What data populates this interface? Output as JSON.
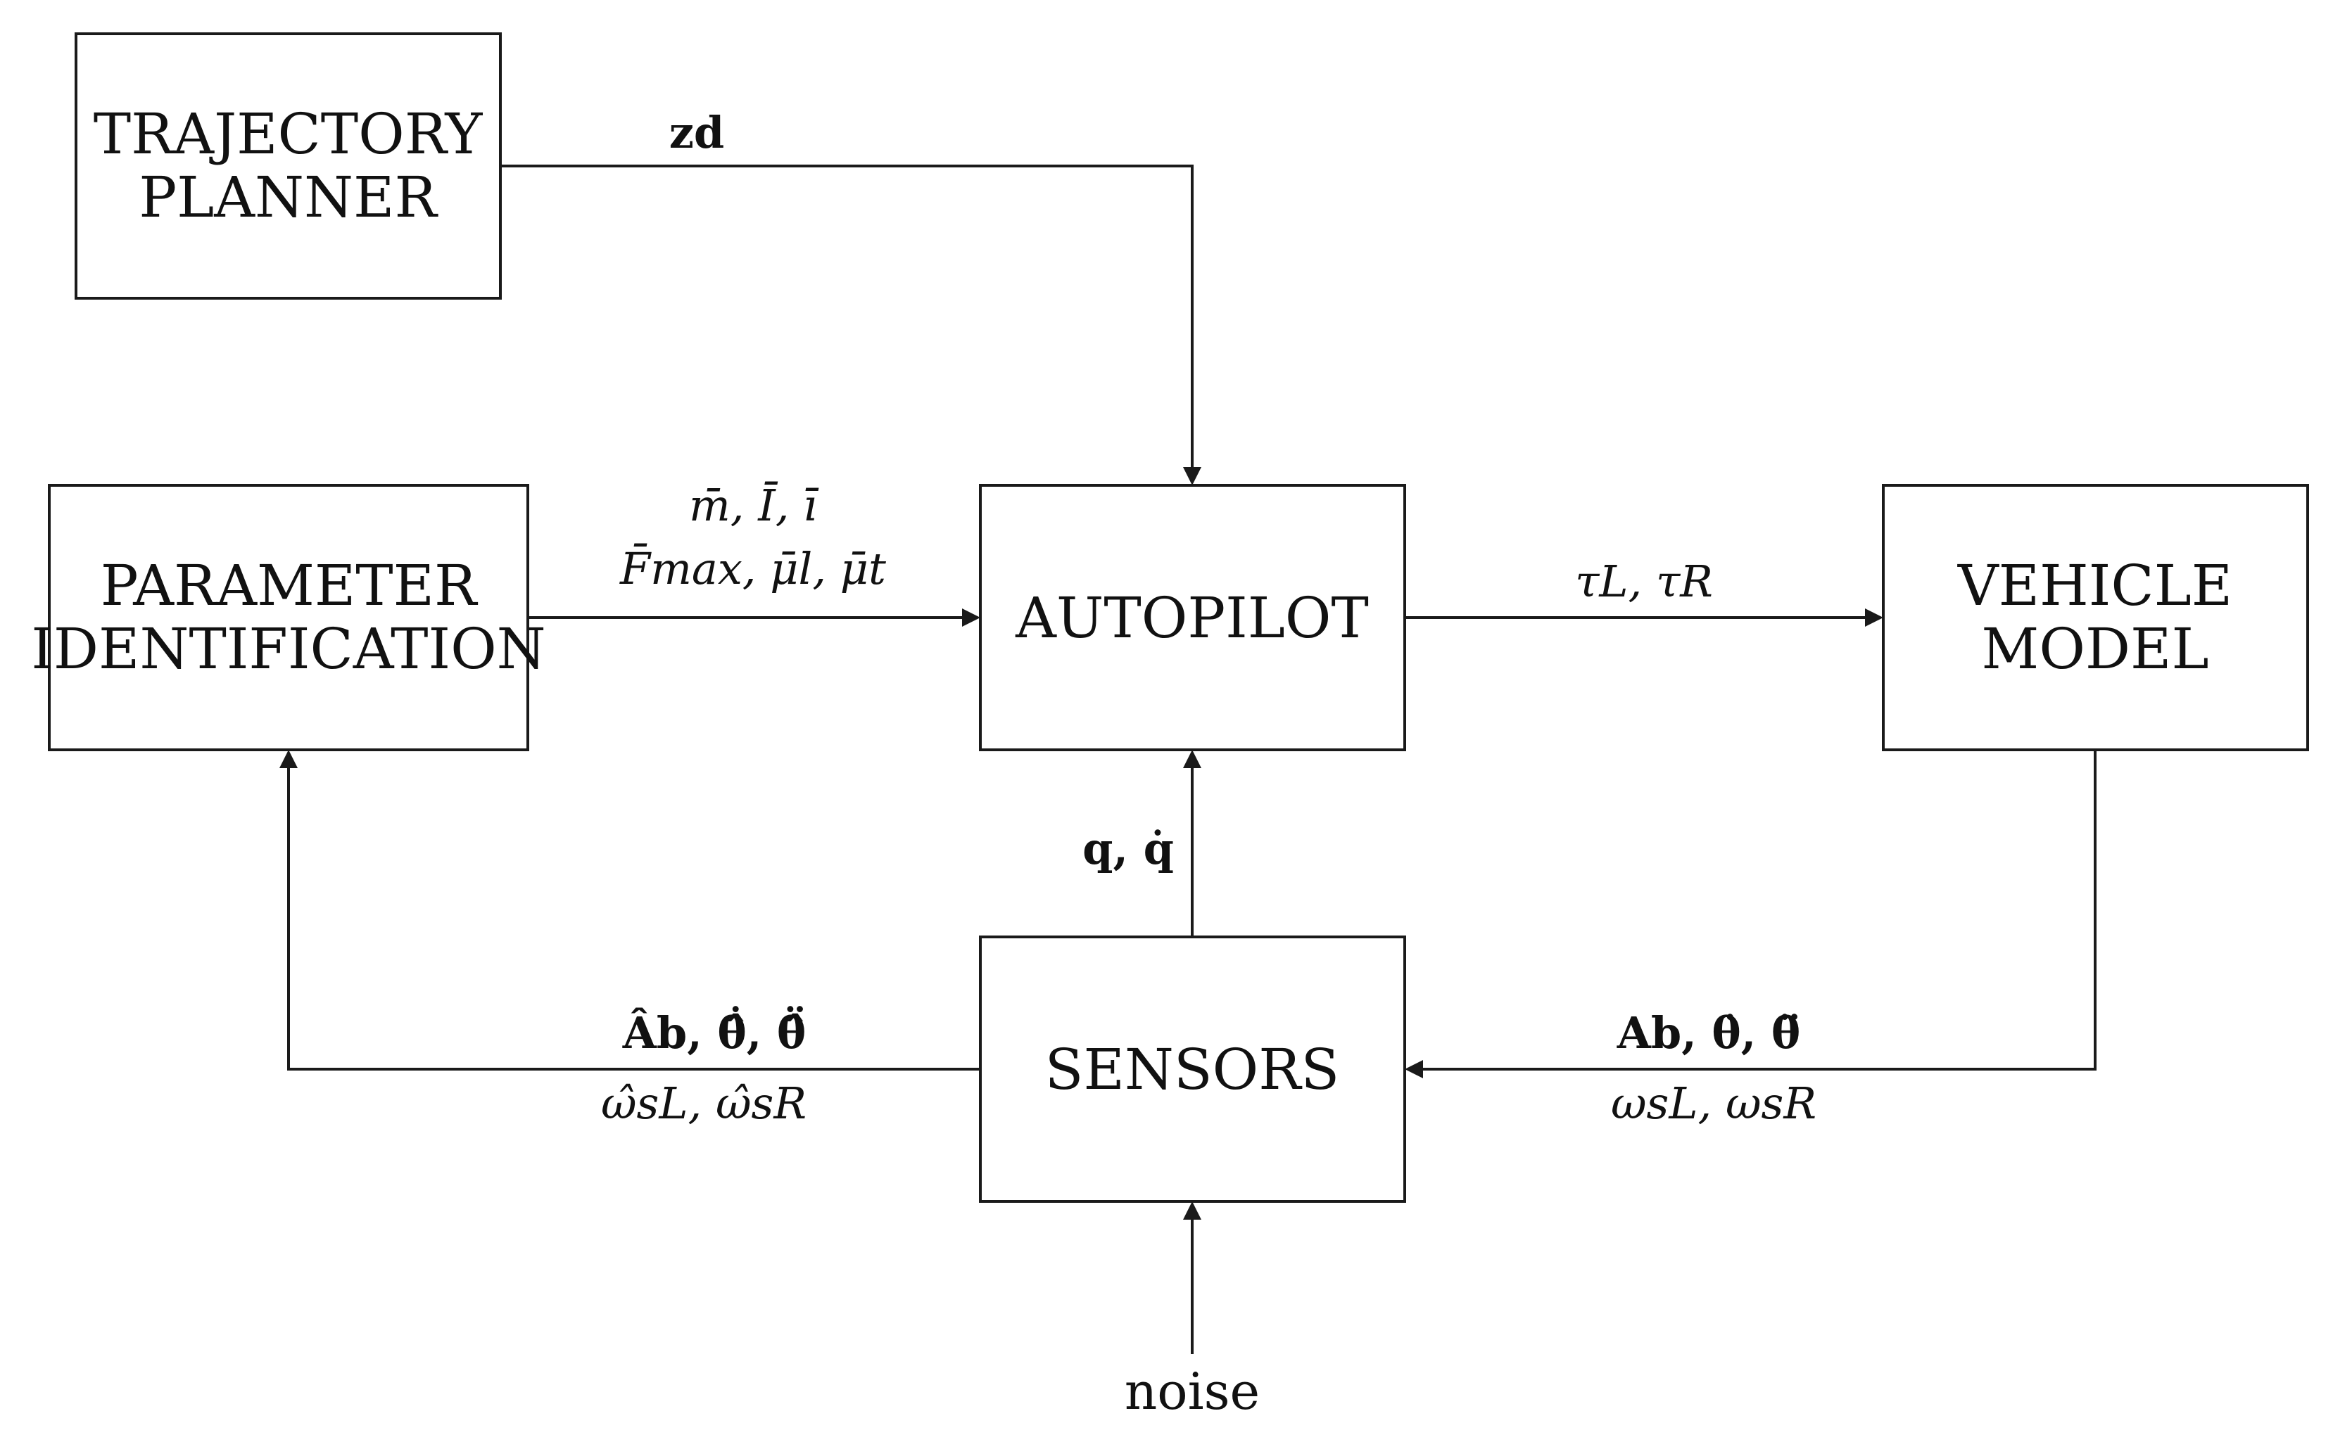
{
  "blocks": {
    "trajectory_planner": [
      "TRAJECTORY",
      "PLANNER"
    ],
    "parameter_identification": [
      "PARAMETER",
      "IDENTIFICATION"
    ],
    "autopilot": [
      "AUTOPILOT"
    ],
    "vehicle_model": [
      "VEHICLE",
      "MODEL"
    ],
    "sensors": [
      "SENSORS"
    ]
  },
  "signals": {
    "planner_to_autopilot": "zd",
    "param_to_autopilot_line1": "m̄, Ī, ī",
    "param_to_autopilot_line2": "F̄max, μ̄l, μ̄t",
    "autopilot_to_vehicle": "τL, τR",
    "sensors_to_autopilot": "q, q̇",
    "sensors_to_param_line1": "Âb, θ̂̇, θ̂̈",
    "sensors_to_param_line2": "ω̂sL, ω̂sR",
    "vehicle_to_sensors_line1": "Ab, θ̇, θ̈",
    "vehicle_to_sensors_line2": "ωsL, ωsR",
    "noise_input": "noise"
  }
}
